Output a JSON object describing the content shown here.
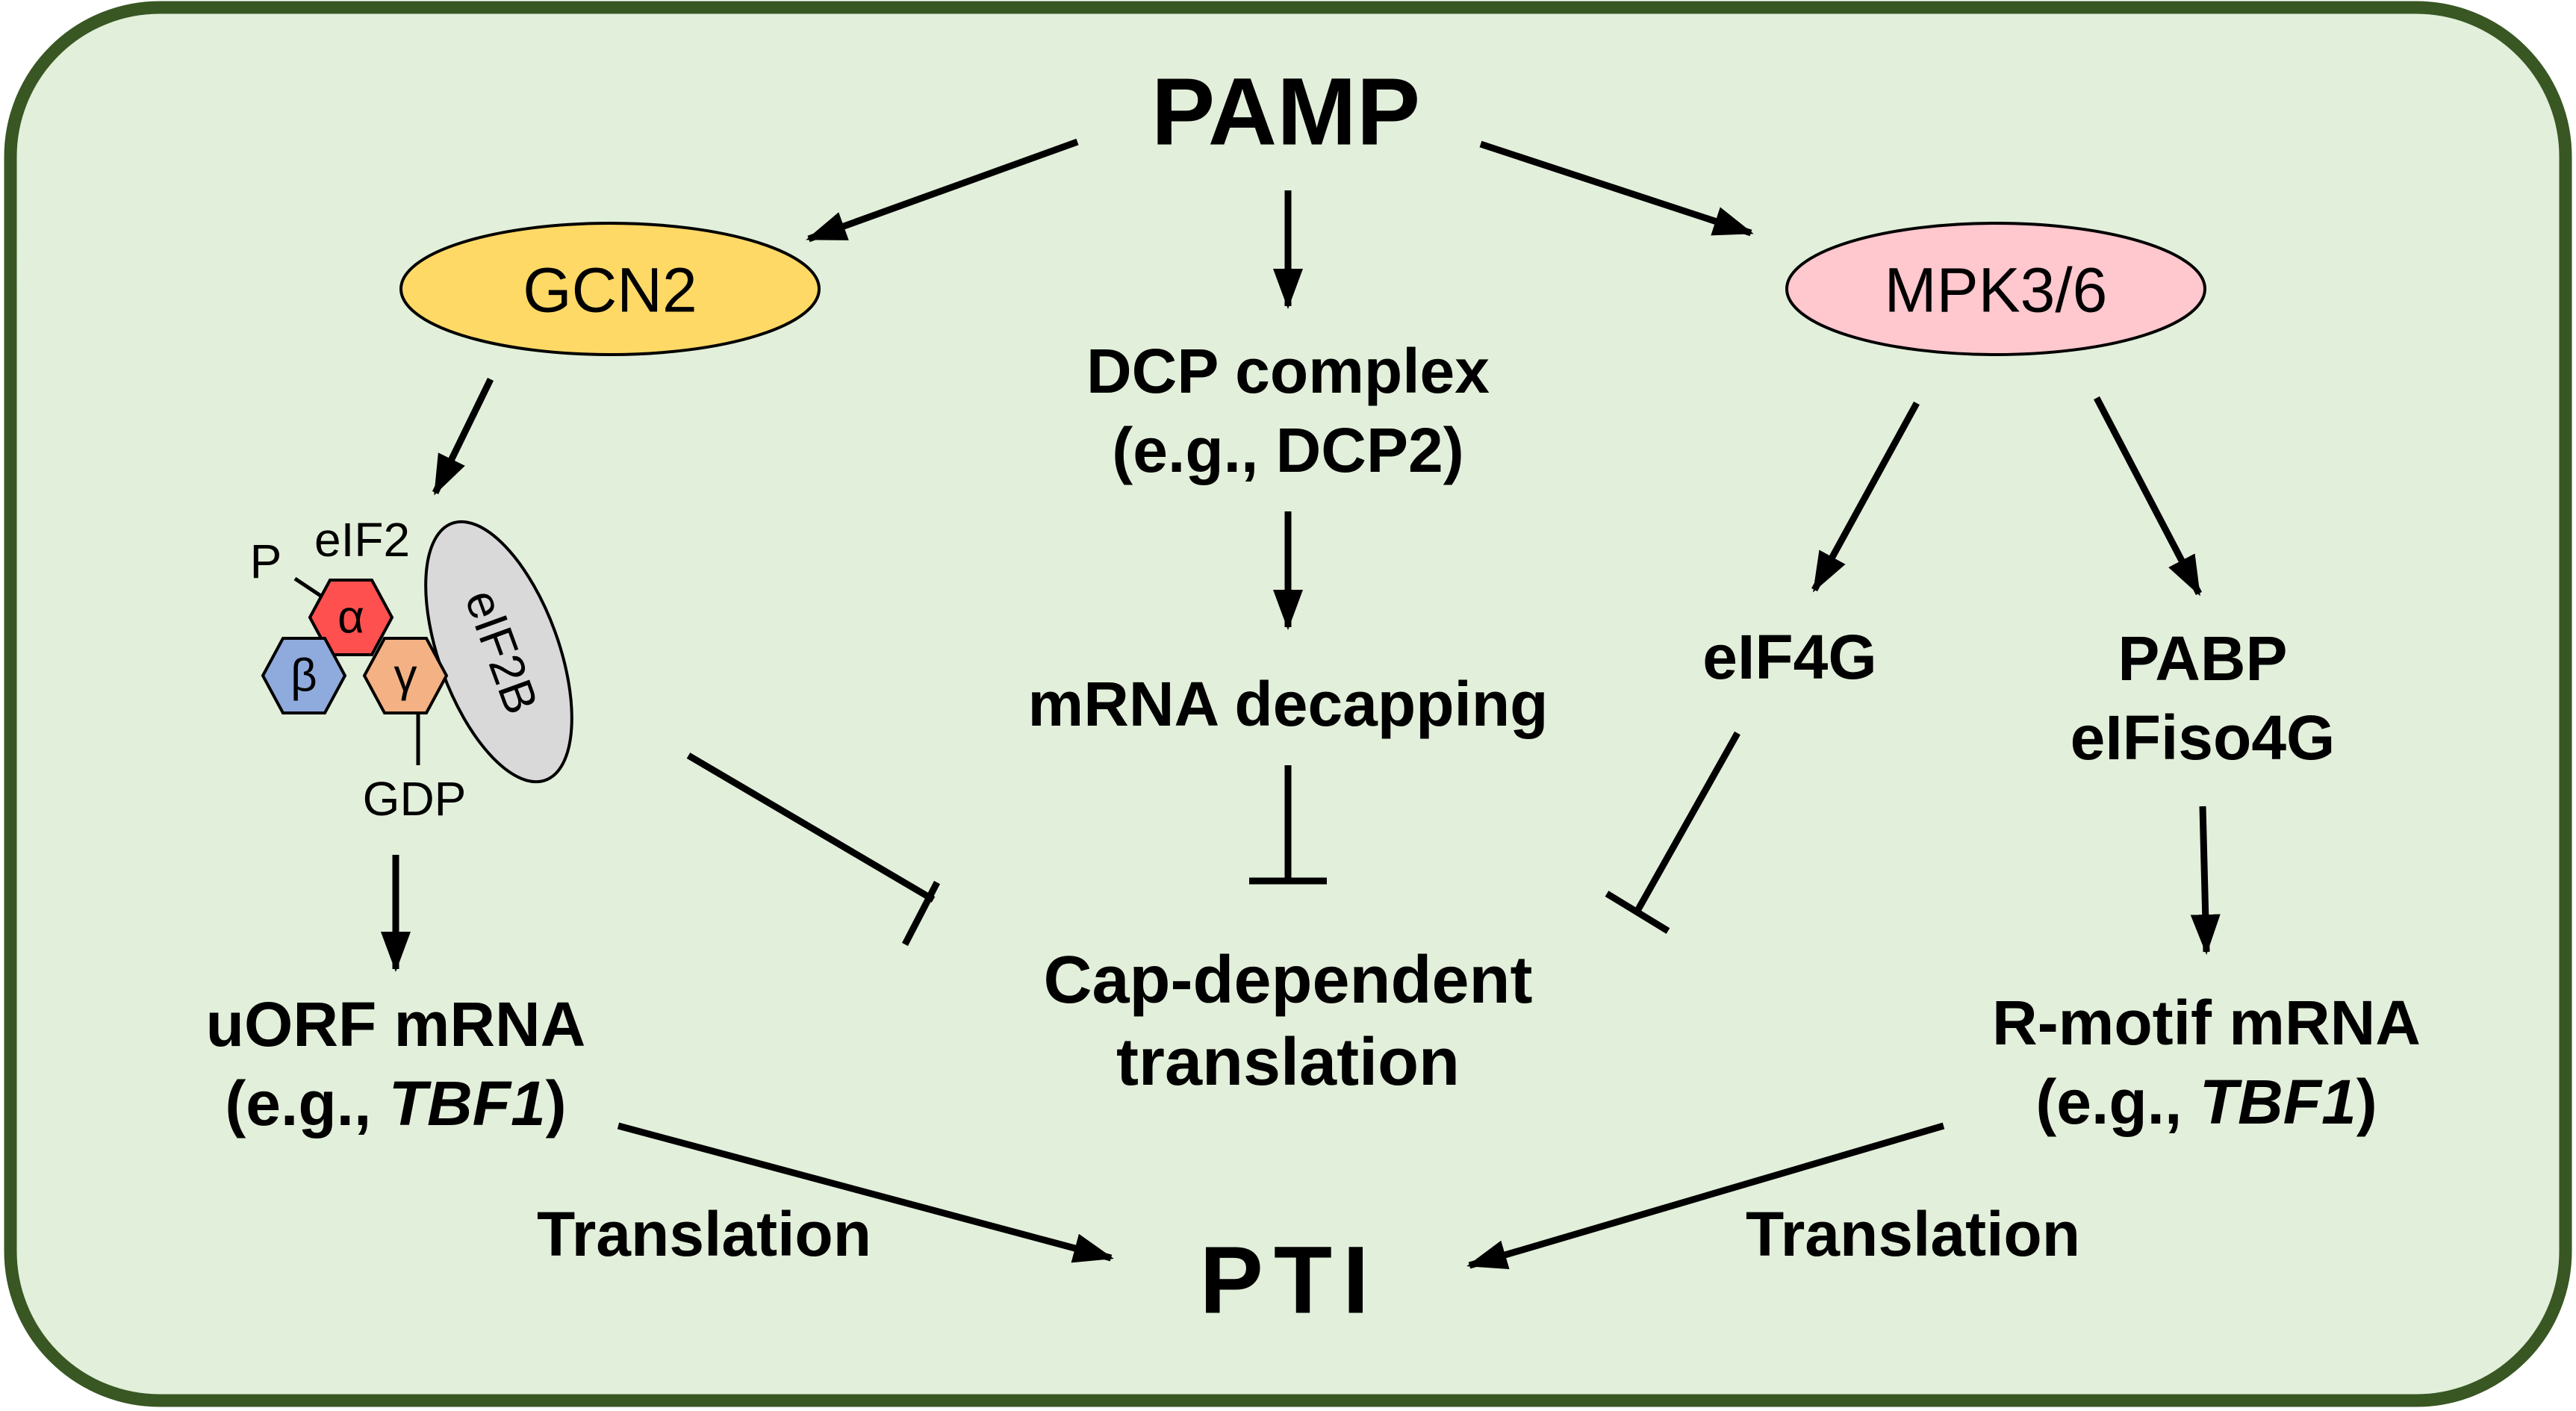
{
  "colors": {
    "background": "#e2efda",
    "border": "#385723",
    "gcn2_fill": "#ffd966",
    "mpk_fill": "#ffc7ce",
    "alpha_fill": "#ff5050",
    "beta_fill": "#8faadc",
    "gamma_fill": "#f4b183",
    "eif2b_fill": "#d9d9d9"
  },
  "nodes": {
    "pamp": "PAMP",
    "gcn2": "GCN2",
    "mpk": "MPK3/6",
    "dcp_line1": "DCP complex",
    "dcp_line2": "(e.g., DCP2)",
    "decapping": "mRNA decapping",
    "eif4g": "eIF4G",
    "pabp_line1": "PABP",
    "pabp_line2": "eIFiso4G",
    "cap_line1": "Cap-dependent",
    "cap_line2": "translation",
    "uorf_line1": "uORF mRNA",
    "uorf_prefix": "(e.g., ",
    "uorf_gene": "TBF1",
    "uorf_suffix": ")",
    "rmotif_line1": "R-motif mRNA",
    "rmotif_prefix": "(e.g., ",
    "rmotif_gene": "TBF1",
    "rmotif_suffix": ")",
    "translation_left": "Translation",
    "translation_right": "Translation",
    "pti": "PTI"
  },
  "eif2_complex": {
    "phospho": "P",
    "eif2": "eIF2",
    "alpha": "α",
    "beta": "β",
    "gamma": "γ",
    "eif2b": "eIF2B",
    "gdp": "GDP"
  }
}
